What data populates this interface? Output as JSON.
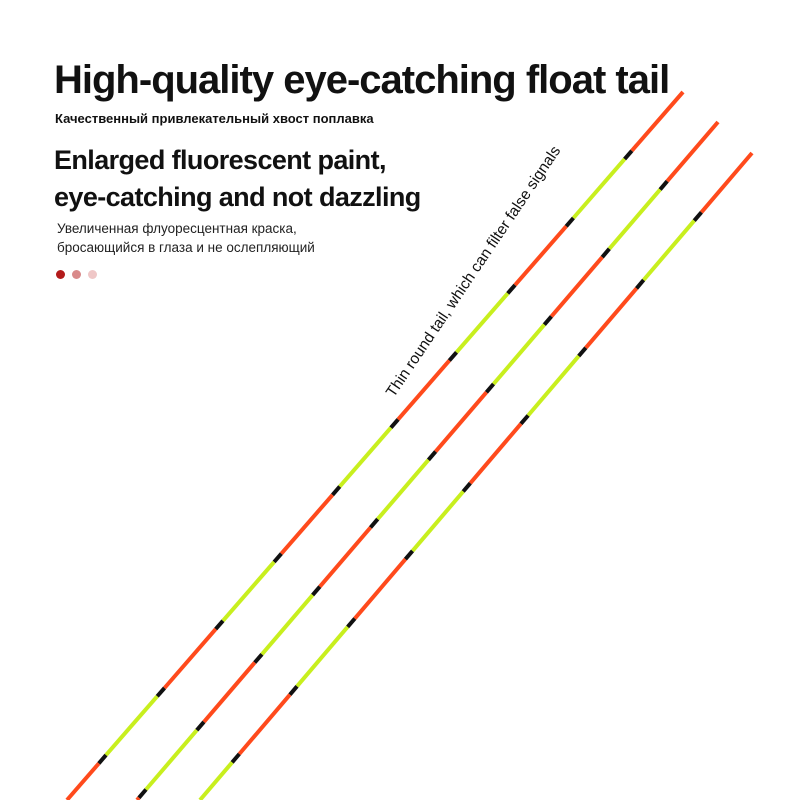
{
  "title": "High-quality eye-catching float tail",
  "title_ru": "Качественный привлекательный хвост поплавка",
  "headline": [
    "Enlarged fluorescent paint,",
    "eye-catching and not dazzling"
  ],
  "subtext_ru": [
    "Увеличенная флуоресцентная краска,",
    "бросающийся в глаза и не ослепляющий"
  ],
  "dots": [
    "#b31b1b",
    "#d98a8a",
    "#efc7c7"
  ],
  "callout": "Thin round tail, which can filter false signals",
  "colors": {
    "red": "#ff4a1c",
    "green": "#c8ef1e",
    "black": "#111111"
  },
  "tail_pattern": [
    "red",
    "black",
    "green",
    "black",
    "red",
    "black",
    "green",
    "black",
    "red",
    "black",
    "green",
    "black",
    "red",
    "black",
    "green",
    "black",
    "red",
    "black",
    "green",
    "black"
  ]
}
